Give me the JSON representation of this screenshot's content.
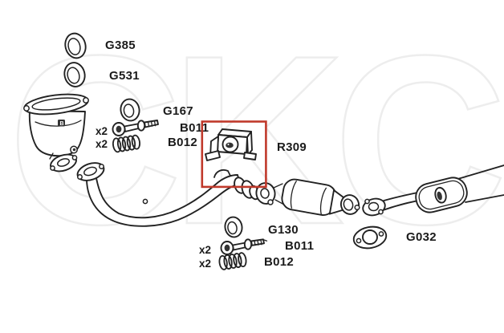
{
  "watermark": "CKC",
  "colors": {
    "line": "#222222",
    "highlight": "#c0392b",
    "label": "#1b1b1b"
  },
  "labels": {
    "g385": "G385",
    "g531": "G531",
    "g167": "G167",
    "x2_bolt_top": "x2",
    "x2_spring_top": "x2",
    "b011_top": "B011",
    "b012_top": "B012",
    "r309": "R309",
    "g130": "G130",
    "x2_bolt_bottom": "x2",
    "x2_spring_bottom": "x2",
    "b011_bottom": "B011",
    "b012_bottom": "B012",
    "g032": "G032",
    "converter_mark": "B"
  }
}
